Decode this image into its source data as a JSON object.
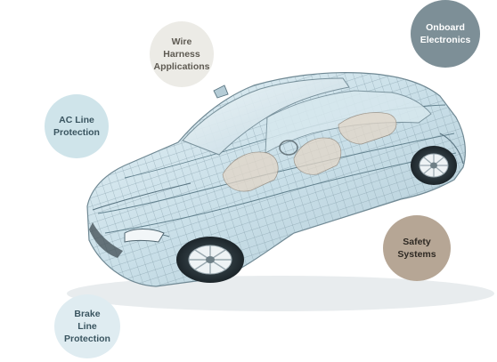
{
  "colors": {
    "wire_bg": "#ecebe6",
    "wire_text": "#5e5a52",
    "ac_bg": "#cfe4ea",
    "ac_text": "#3a5560",
    "onboard_bg": "#7d8f97",
    "onboard_text": "#ffffff",
    "safety_bg": "#b6a695",
    "safety_text": "#2f2a24",
    "brake_bg": "#dfecf1",
    "brake_text": "#3a5560",
    "car_glass": "#cfe4ec",
    "car_mesh": "#7d97a3",
    "car_interior": "#e3d6c7"
  },
  "bubbles": {
    "wire": {
      "label": "Wire\nHarness\nApplications"
    },
    "ac": {
      "label": "AC Line\nProtection"
    },
    "onboard": {
      "label": "Onboard\nElectronics"
    },
    "safety": {
      "label": "Safety\nSystems"
    },
    "brake": {
      "label": "Brake\nLine\nProtection"
    }
  },
  "illustration": {
    "icon": "wireframe-car-icon"
  }
}
